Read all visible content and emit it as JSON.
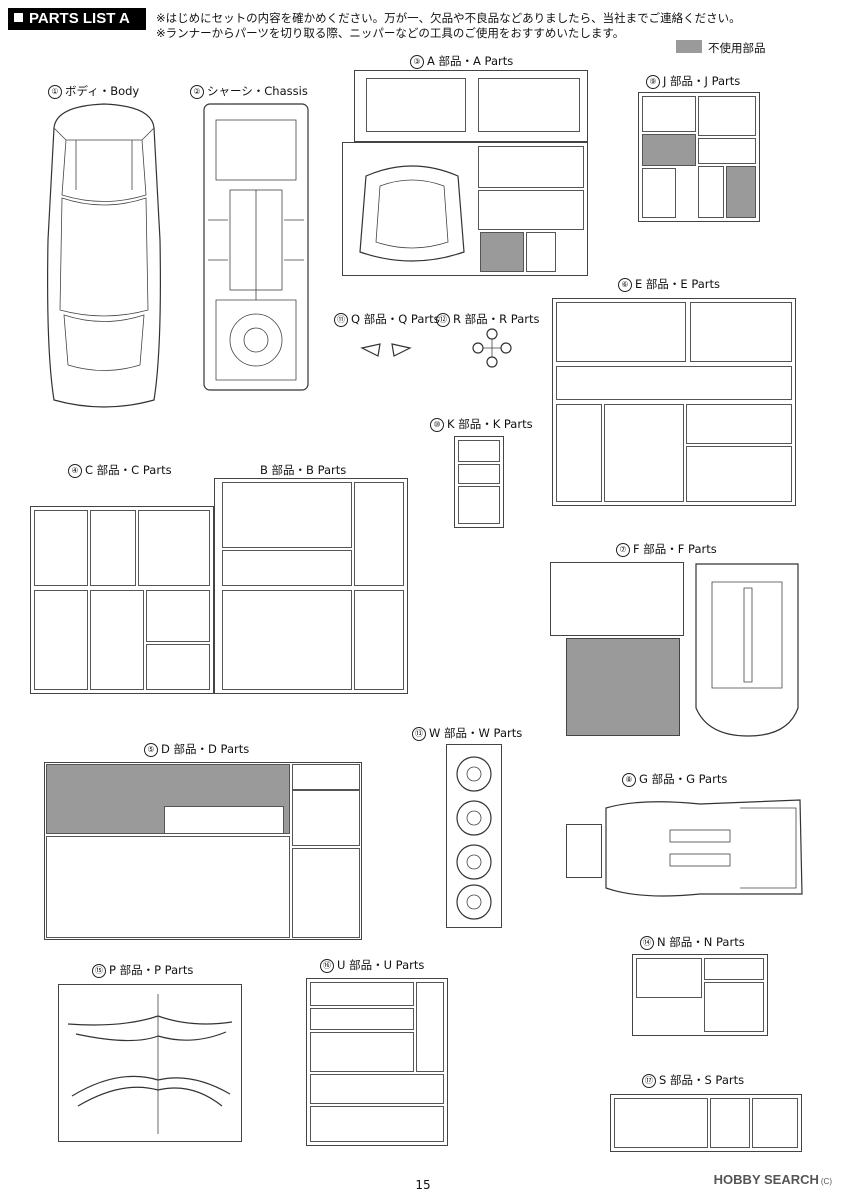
{
  "header": {
    "title": "PARTS LIST  A",
    "notice_1": "※はじめにセットの内容を確かめください。万が一、欠品や不良品などありましたら、当社までご連絡ください。",
    "notice_2": "※ランナーからパーツを切り取る際、ニッパーなどの工具のご使用をおすすめいたします。"
  },
  "legend": {
    "label": "不使用部品",
    "swatch_color": "#9a9a9a"
  },
  "sections": {
    "body": {
      "number": "①",
      "label": "ボディ・Body"
    },
    "chassis": {
      "number": "②",
      "label": "シャーシ・Chassis"
    },
    "a": {
      "number": "③",
      "label": "A 部品・A Parts"
    },
    "j": {
      "number": "⑨",
      "label": "J 部品・J Parts"
    },
    "e": {
      "number": "⑥",
      "label": "E 部品・E Parts"
    },
    "q": {
      "number": "⑪",
      "label": "Q 部品・Q Parts"
    },
    "r": {
      "number": "⑫",
      "label": "R 部品・R Parts"
    },
    "k": {
      "number": "⑩",
      "label": "K 部品・K Parts"
    },
    "c": {
      "number": "④",
      "label": "C 部品・C Parts"
    },
    "b": {
      "number": "",
      "label": "B 部品・B Parts"
    },
    "f": {
      "number": "⑦",
      "label": "F 部品・F Parts"
    },
    "d": {
      "number": "⑤",
      "label": "D 部品・D Parts"
    },
    "w": {
      "number": "⑬",
      "label": "W 部品・W Parts"
    },
    "g": {
      "number": "⑧",
      "label": "G 部品・G Parts"
    },
    "n": {
      "number": "⑭",
      "label": "N 部品・N Parts"
    },
    "p": {
      "number": "⑮",
      "label": "P 部品・P Parts"
    },
    "u": {
      "number": "⑯",
      "label": "U 部品・U Parts"
    },
    "s": {
      "number": "⑰",
      "label": "S 部品・S Parts"
    }
  },
  "page_number": "15",
  "watermark": {
    "brand": "HOBBY SEARCH",
    "sub": "(C)"
  }
}
